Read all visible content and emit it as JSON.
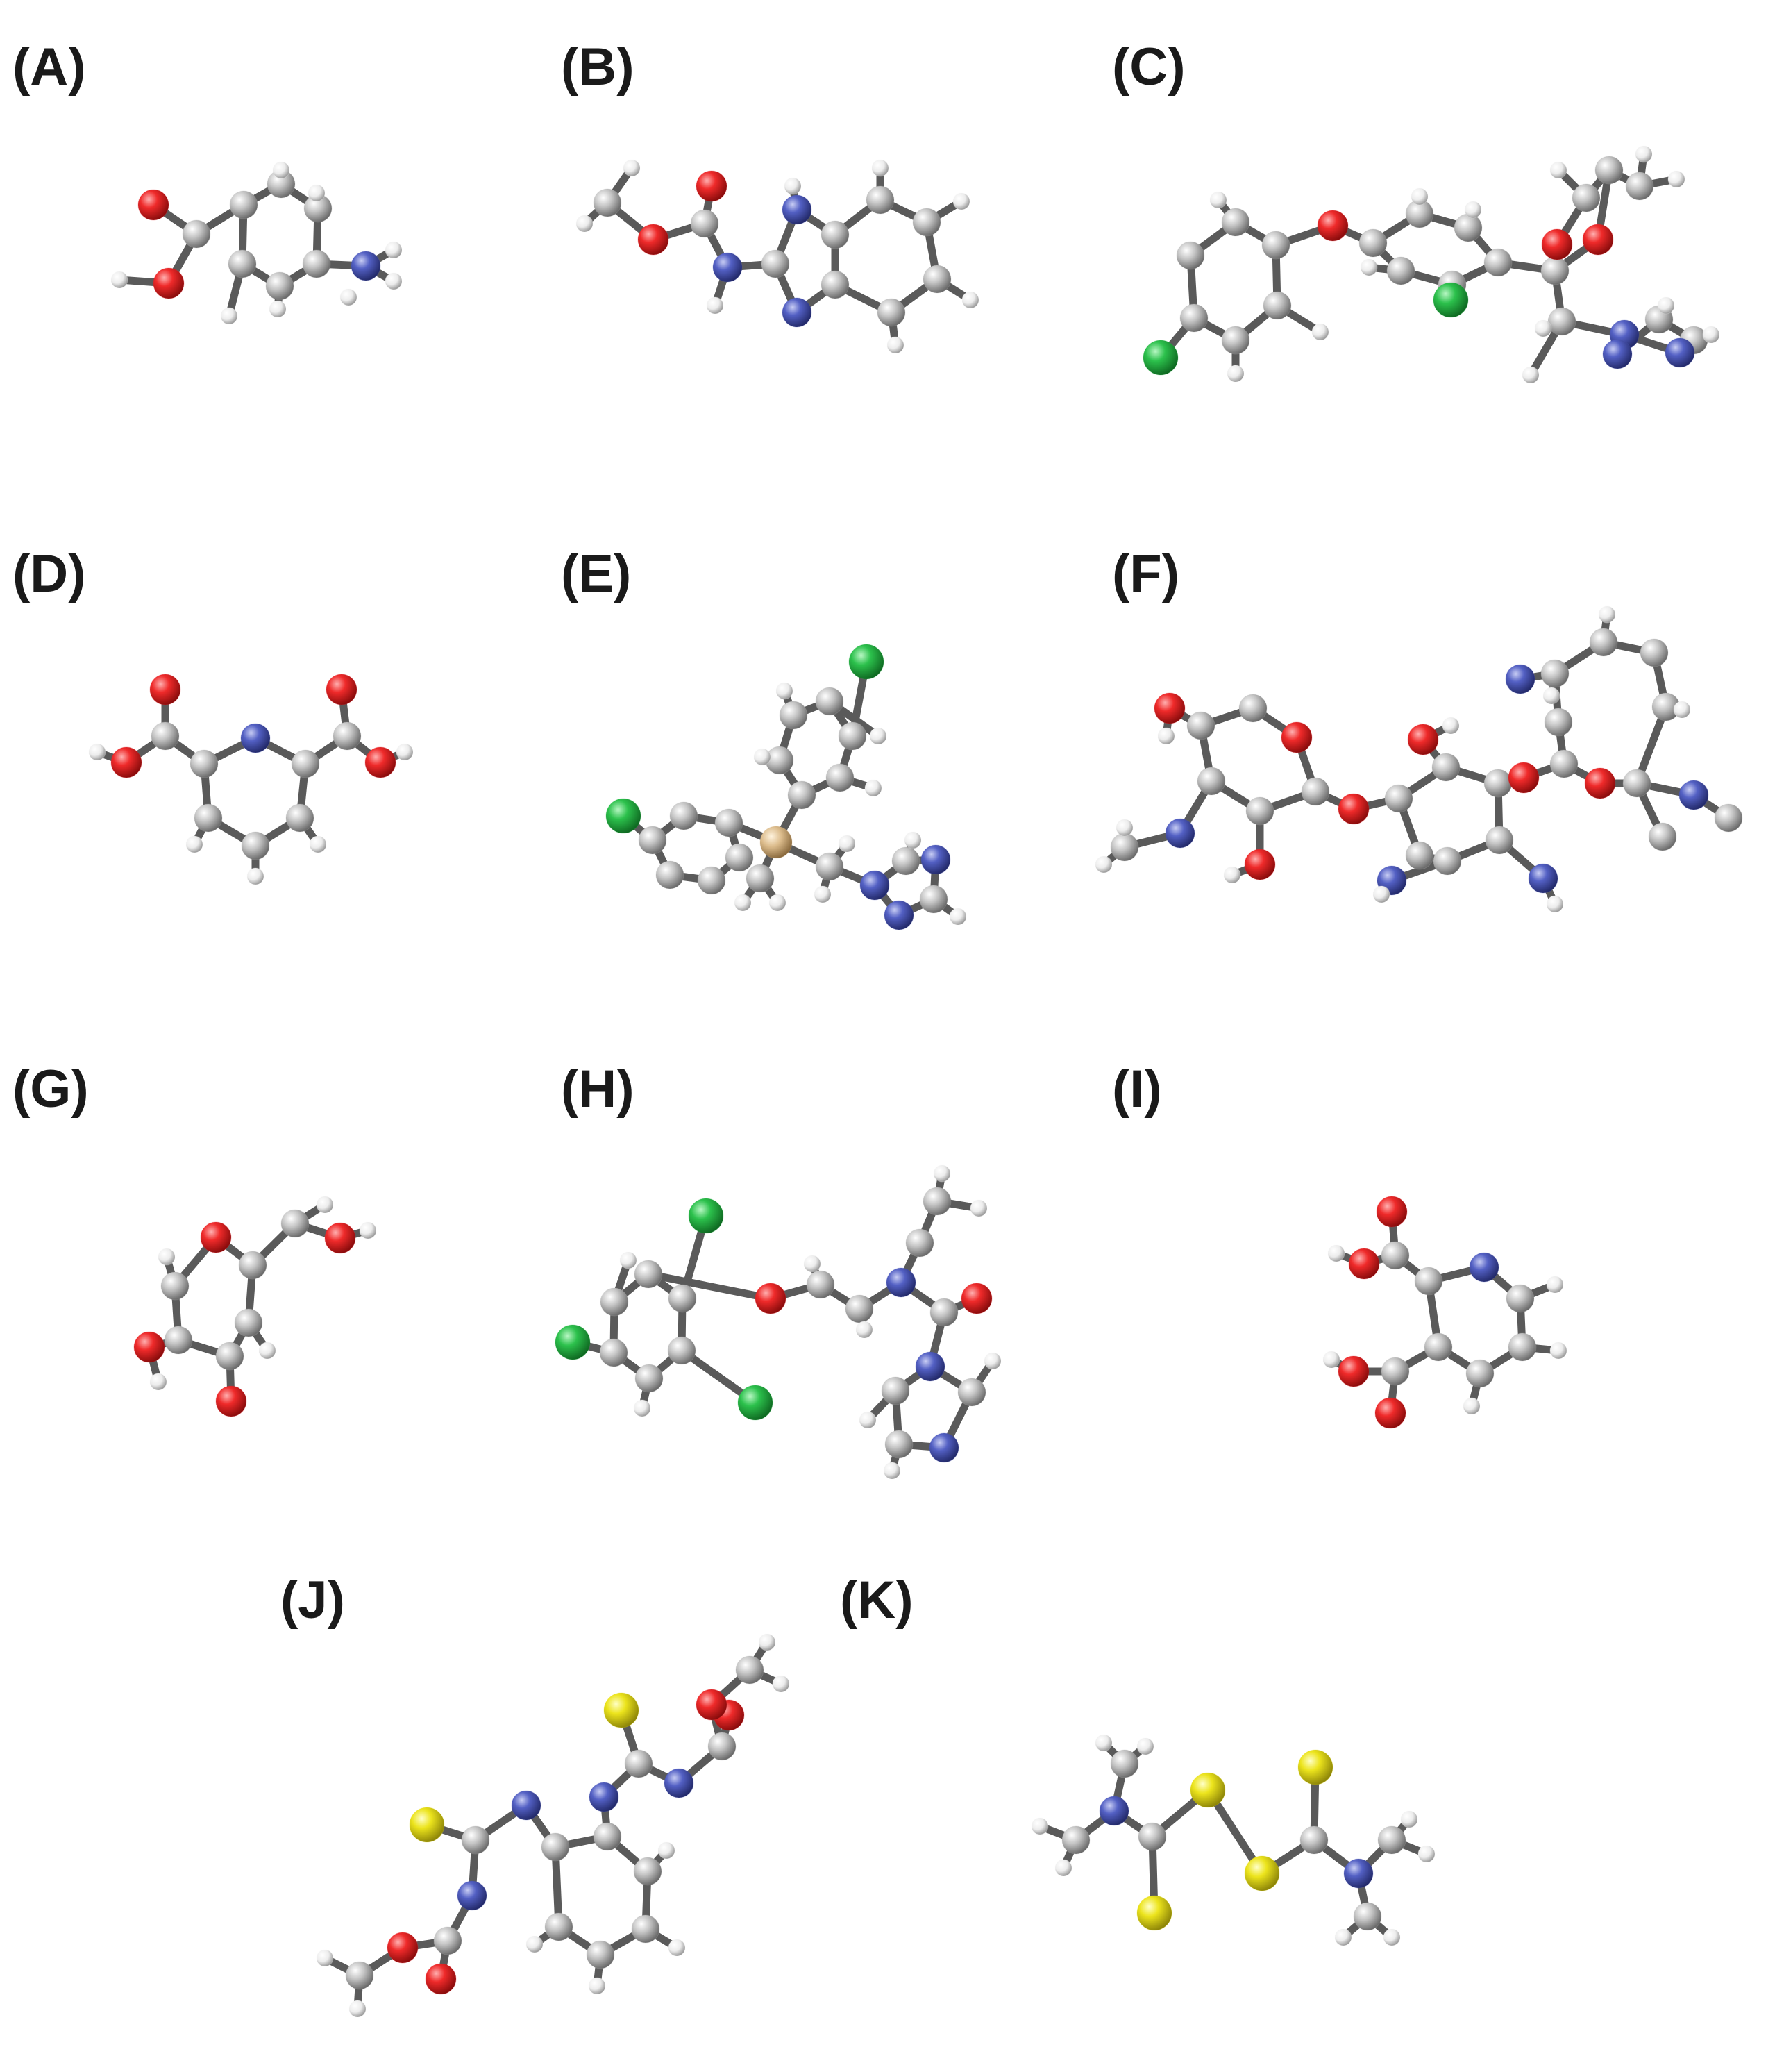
{
  "panels": [
    {
      "id": "A",
      "label": "(A)"
    },
    {
      "id": "B",
      "label": "(B)"
    },
    {
      "id": "C",
      "label": "(C)"
    },
    {
      "id": "D",
      "label": "(D)"
    },
    {
      "id": "E",
      "label": "(E)"
    },
    {
      "id": "F",
      "label": "(F)"
    },
    {
      "id": "G",
      "label": "(G)"
    },
    {
      "id": "H",
      "label": "(H)"
    },
    {
      "id": "I",
      "label": "(I)"
    },
    {
      "id": "J",
      "label": "(J)"
    },
    {
      "id": "K",
      "label": "(K)"
    }
  ],
  "atom_colors": {
    "C": "#b4b4b4",
    "H": "#f2f2f2",
    "O": "#e8222b",
    "N": "#4c57b8",
    "Cl": "#2cb84a",
    "S": "#e6de18",
    "Si": "#d8b98a"
  },
  "bond_color": "#5a5a5a"
}
